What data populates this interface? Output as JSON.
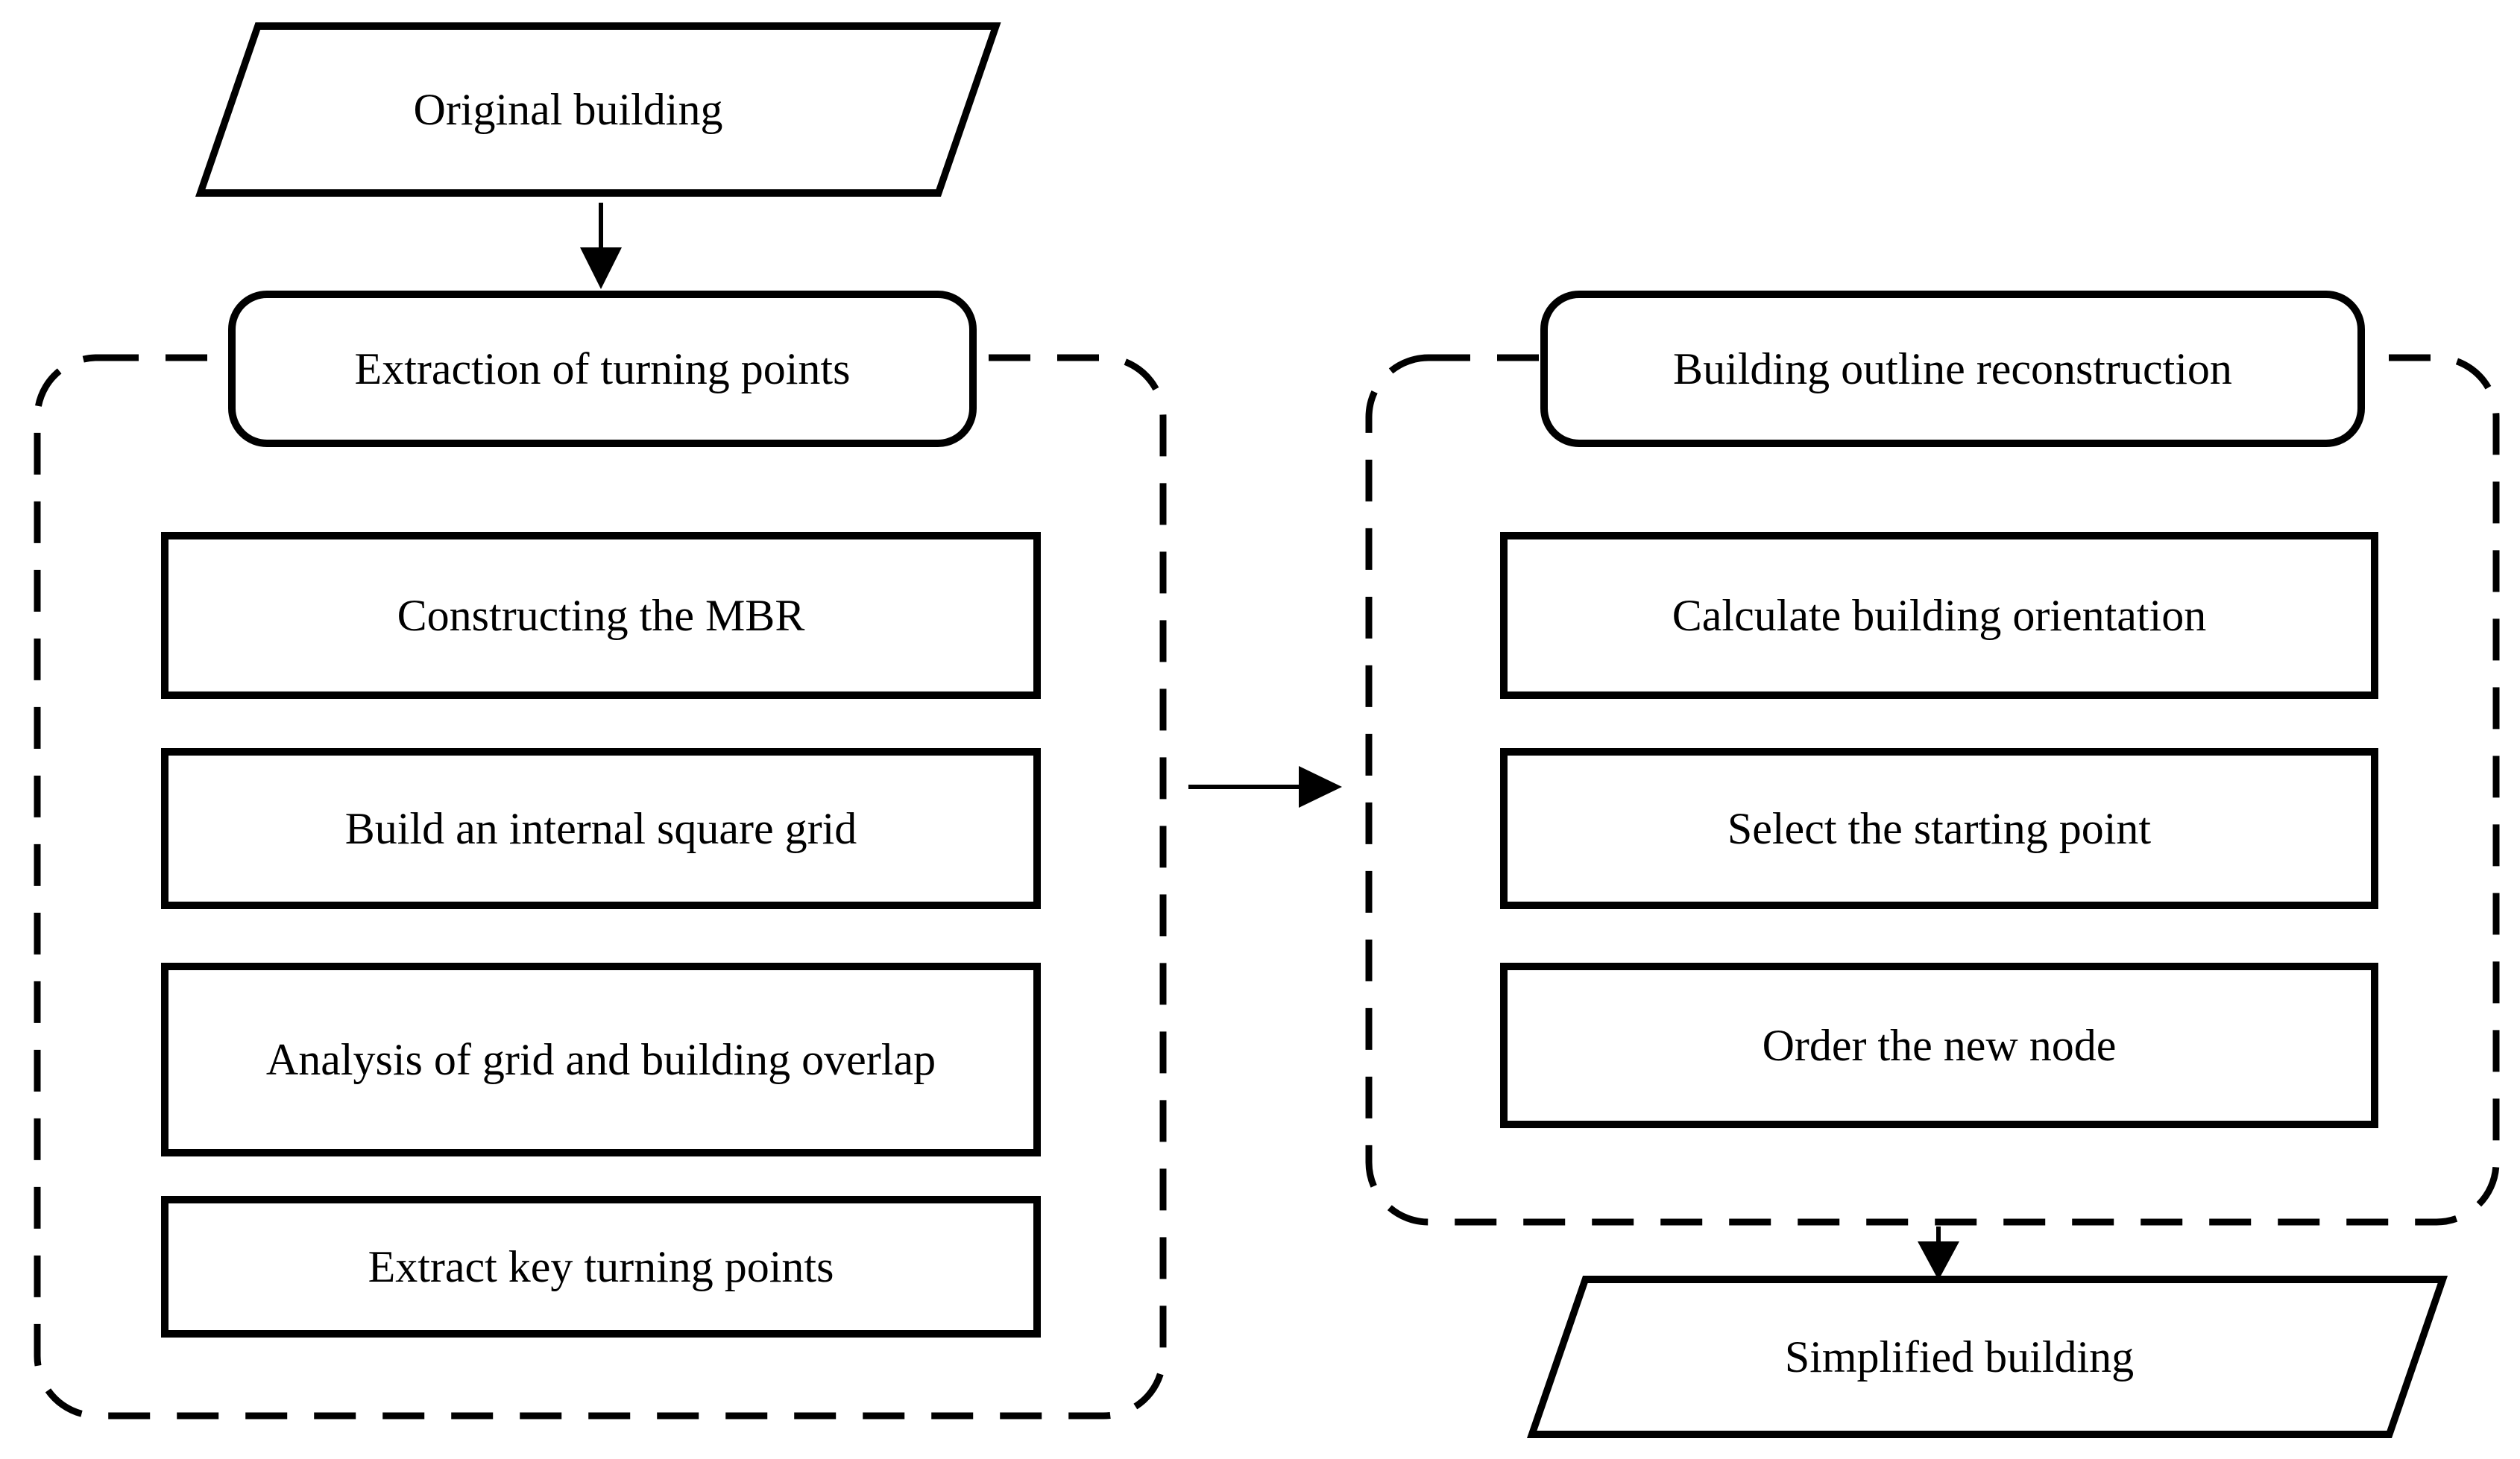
{
  "diagram": {
    "start_node": "Original building",
    "left_group": {
      "title": "Extraction of turning points",
      "steps": [
        "Constructing the MBR",
        "Build an internal square grid",
        "Analysis of grid and building overlap",
        "Extract key turning points"
      ]
    },
    "right_group": {
      "title": "Building outline reconstruction",
      "steps": [
        "Calculate building orientation",
        "Select the starting point",
        "Order the new node"
      ]
    },
    "end_node": "Simplified building",
    "colors": {
      "line": "#000000",
      "background": "#ffffff"
    },
    "icons": [
      "arrow-down-icon",
      "arrow-right-icon"
    ]
  }
}
